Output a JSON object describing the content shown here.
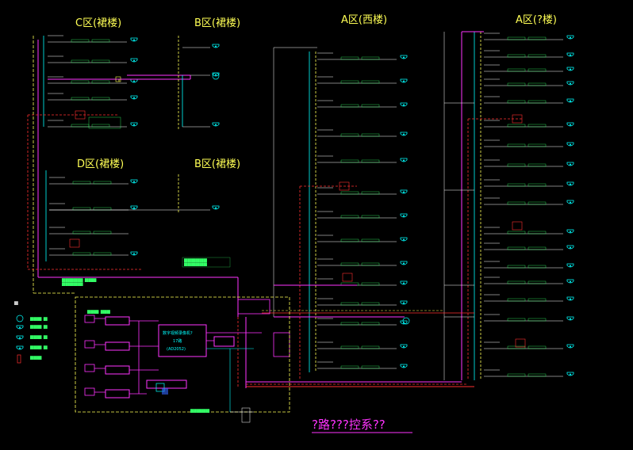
{
  "zones": {
    "c_annex": "C区(裙楼)",
    "b_annex_top": "B区(裙楼)",
    "d_annex": "D区(裙楼)",
    "b_annex_mid": "B区(裙楼)",
    "a_west": "A区(西楼)",
    "a_east": "A区(?楼)"
  },
  "drawing_title": "?路???控系??",
  "controller": {
    "line1": "数字视频录像机?",
    "line2": "17路",
    "line3": "(AD2052)"
  },
  "colors": {
    "background": "#000000",
    "zone_text": "#ffff55",
    "wiring_cyan": "#00ffff",
    "wiring_magenta": "#ff33ff",
    "wiring_red": "#ff3030",
    "wiring_yellow": "#ffff55",
    "wiring_green": "#33ff66"
  },
  "icons": [
    "dome-camera-icon",
    "legend-camera-icon",
    "monitor-icon",
    "keyboard-icon"
  ]
}
